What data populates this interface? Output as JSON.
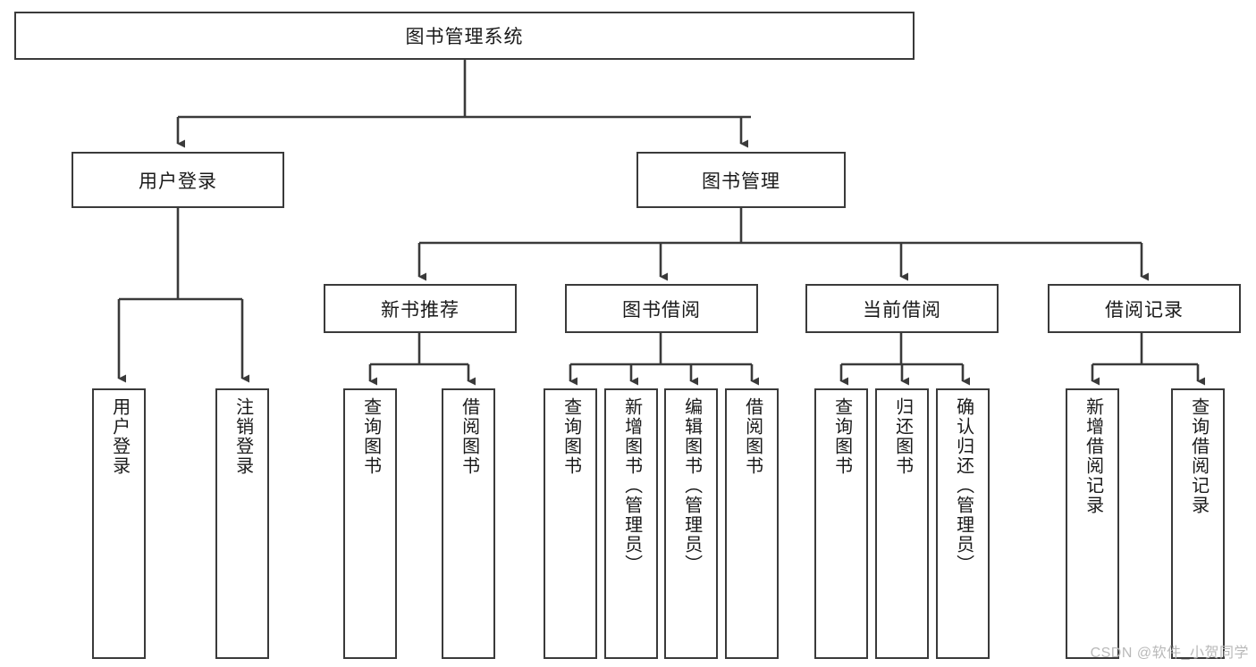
{
  "diagram": {
    "title": "图书管理系统",
    "watermark": "CSDN @软件_小贺同学",
    "line_color": "#3a3a3a",
    "box_fill": "#ffffff",
    "text_color": "#1a1a1a",
    "watermark_color": "#b9b9b9",
    "levels": {
      "level1": [
        {
          "id": "root",
          "label": "图书管理系统"
        }
      ],
      "level2": [
        {
          "id": "user-login",
          "label": "用户登录"
        },
        {
          "id": "book-management",
          "label": "图书管理"
        }
      ],
      "level3": [
        {
          "id": "new-book-recommend",
          "label": "新书推荐",
          "parent": "book-management"
        },
        {
          "id": "book-borrow",
          "label": "图书借阅",
          "parent": "book-management"
        },
        {
          "id": "current-borrow",
          "label": "当前借阅",
          "parent": "book-management"
        },
        {
          "id": "borrow-record",
          "label": "借阅记录",
          "parent": "book-management"
        }
      ],
      "leaves": [
        {
          "id": "leaf-user-login",
          "label": "用户登录",
          "parent": "user-login"
        },
        {
          "id": "leaf-logout-login",
          "label": "注销登录",
          "parent": "user-login"
        },
        {
          "id": "leaf-query-book-1",
          "label": "查询图书",
          "parent": "new-book-recommend"
        },
        {
          "id": "leaf-borrow-book-1",
          "label": "借阅图书",
          "parent": "new-book-recommend"
        },
        {
          "id": "leaf-query-book-2",
          "label": "查询图书",
          "parent": "book-borrow"
        },
        {
          "id": "leaf-add-book",
          "label": "新增图书（管理员）",
          "parent": "book-borrow"
        },
        {
          "id": "leaf-edit-book",
          "label": "编辑图书（管理员）",
          "parent": "book-borrow"
        },
        {
          "id": "leaf-borrow-book-2",
          "label": "借阅图书",
          "parent": "book-borrow"
        },
        {
          "id": "leaf-query-book-3",
          "label": "查询图书",
          "parent": "current-borrow"
        },
        {
          "id": "leaf-return-book",
          "label": "归还图书",
          "parent": "current-borrow"
        },
        {
          "id": "leaf-confirm-return",
          "label": "确认归还（管理员）",
          "parent": "current-borrow"
        },
        {
          "id": "leaf-add-record",
          "label": "新增借阅记录",
          "parent": "borrow-record"
        },
        {
          "id": "leaf-query-record",
          "label": "查询借阅记录",
          "parent": "borrow-record"
        }
      ]
    }
  }
}
